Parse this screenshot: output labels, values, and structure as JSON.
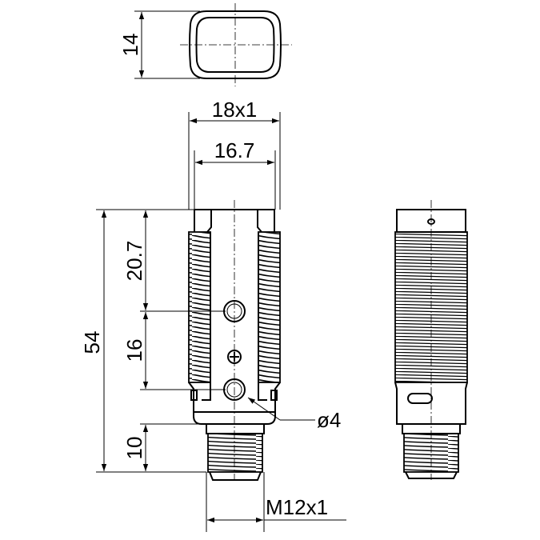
{
  "dimensions": {
    "height_top": "14",
    "width_thread": "18x1",
    "width_flat": "16.7",
    "total_length": "54",
    "upper_offset": "20.7",
    "hole_spacing": "16",
    "connector_length": "10",
    "hole_diameter": "ø4",
    "connector_thread": "M12x1"
  }
}
